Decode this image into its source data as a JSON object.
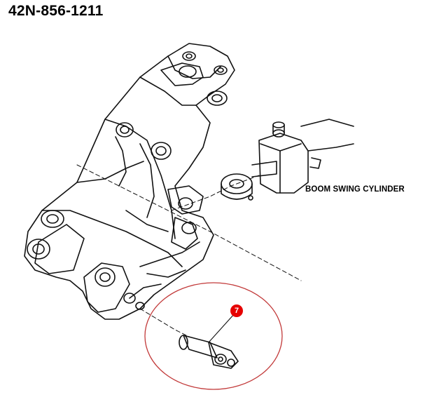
{
  "part_number": "42N-856-1211",
  "labels": {
    "cylinder": "BOOM SWING CYLINDER"
  },
  "callout": {
    "number": "7",
    "color": "#e60000"
  },
  "highlight_circle_color": "#c23a3a"
}
